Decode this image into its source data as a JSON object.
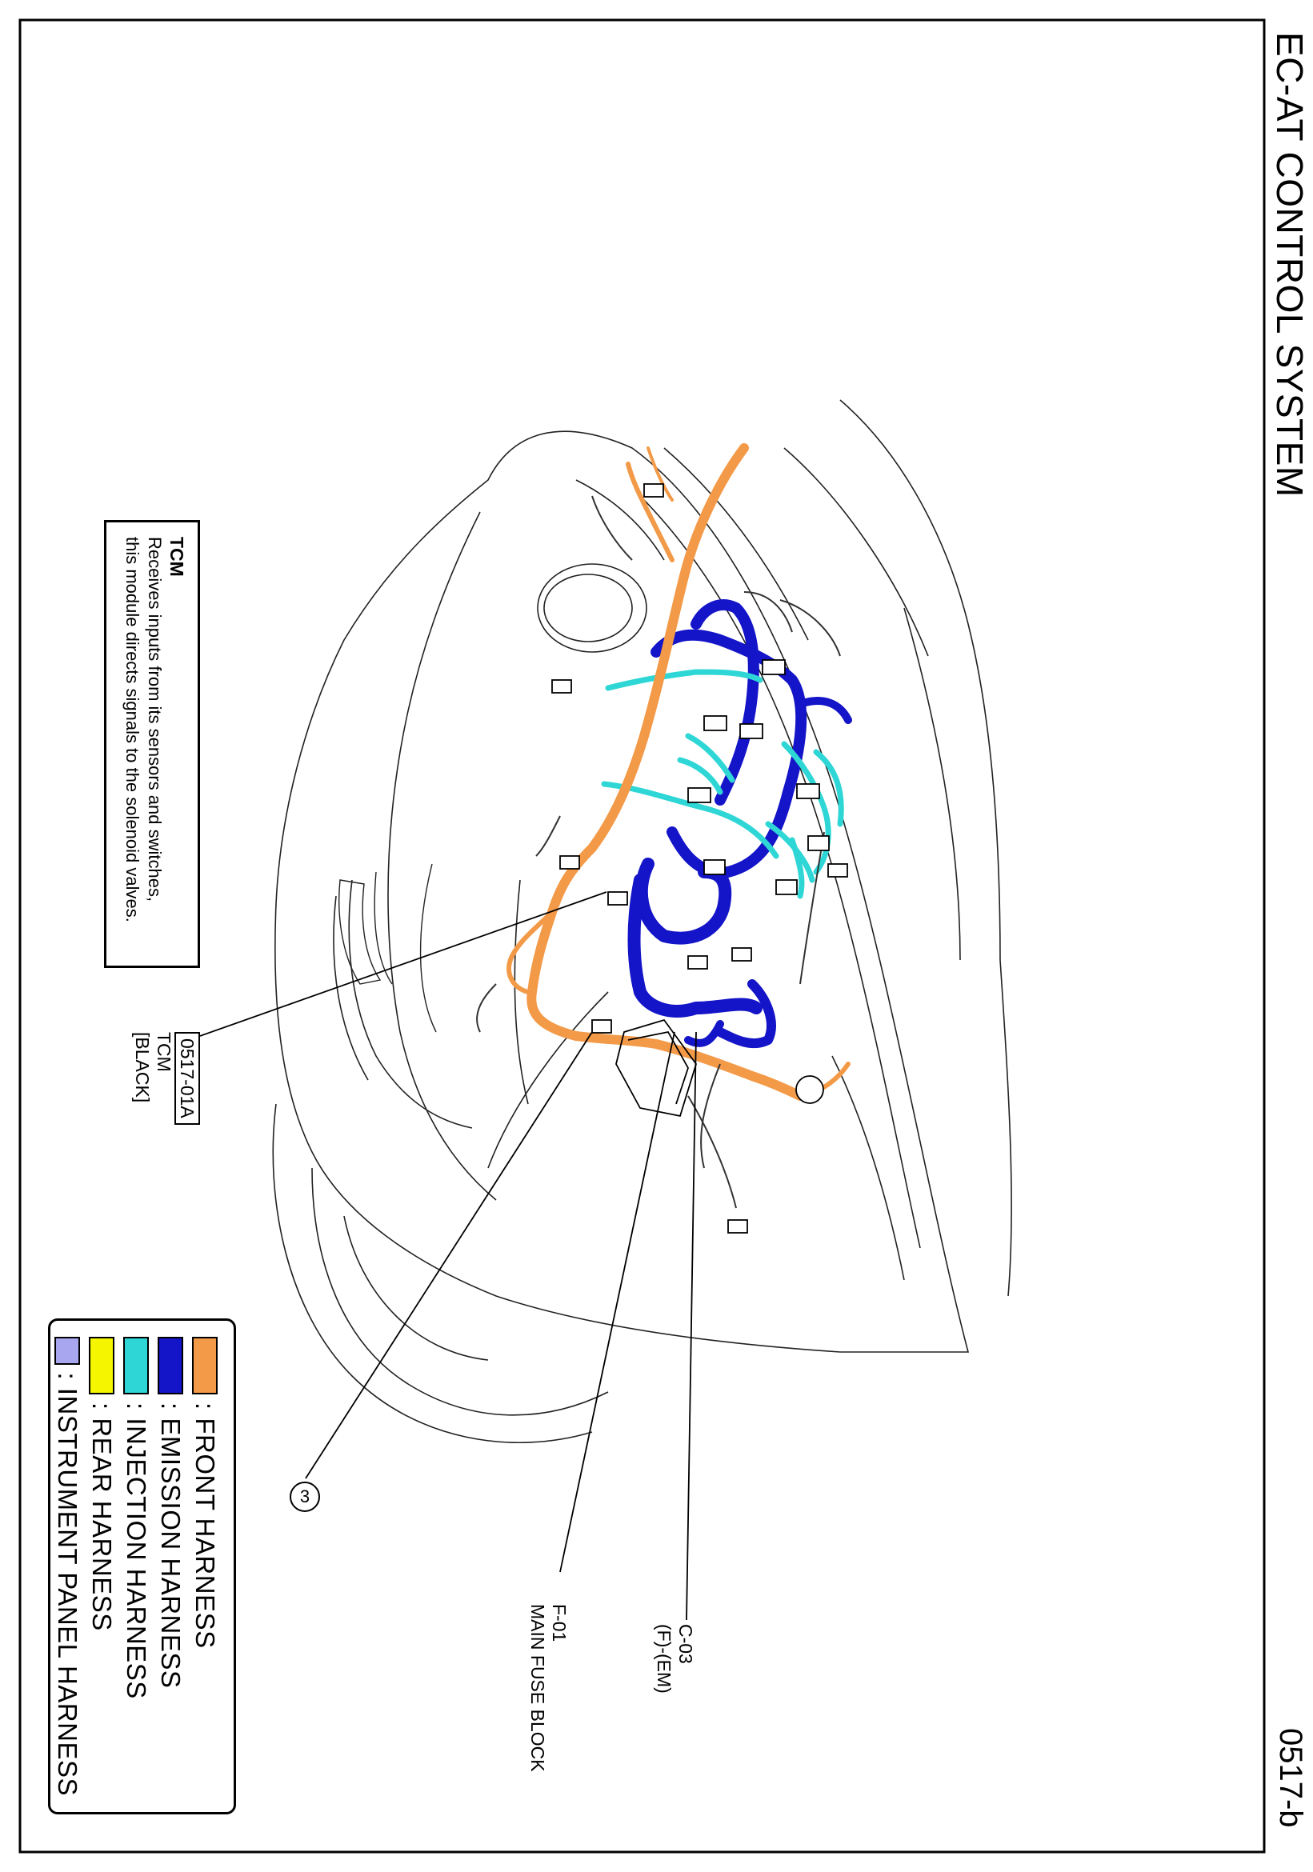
{
  "page": {
    "title": "EC-AT CONTROL SYSTEM",
    "page_number": "0517-b"
  },
  "tcm_note": {
    "heading": "TCM",
    "line1": "Receives inputs from its sensors and switches,",
    "line2": "this module directs signals to the solenoid valves."
  },
  "callouts": {
    "tcm": {
      "code": "0517-01A",
      "name": "TCM",
      "color_note": "[BLACK]"
    },
    "fuse_block": {
      "code": "F-01",
      "name": "MAIN FUSE BLOCK"
    },
    "connector": {
      "code": "C-03",
      "name": "(F)-(EM)"
    },
    "ref_circle": "3"
  },
  "legend": [
    {
      "label": ": FRONT HARNESS",
      "color": "#F39A48"
    },
    {
      "label": ": EMISSION HARNESS",
      "color": "#1414C8"
    },
    {
      "label": ": INJECTION HARNESS",
      "color": "#2ED6D6"
    },
    {
      "label": ": REAR HARNESS",
      "color": "#F5F500"
    },
    {
      "label": ": INSTRUMENT PANEL HARNESS",
      "color": "#A9A6F0"
    }
  ]
}
